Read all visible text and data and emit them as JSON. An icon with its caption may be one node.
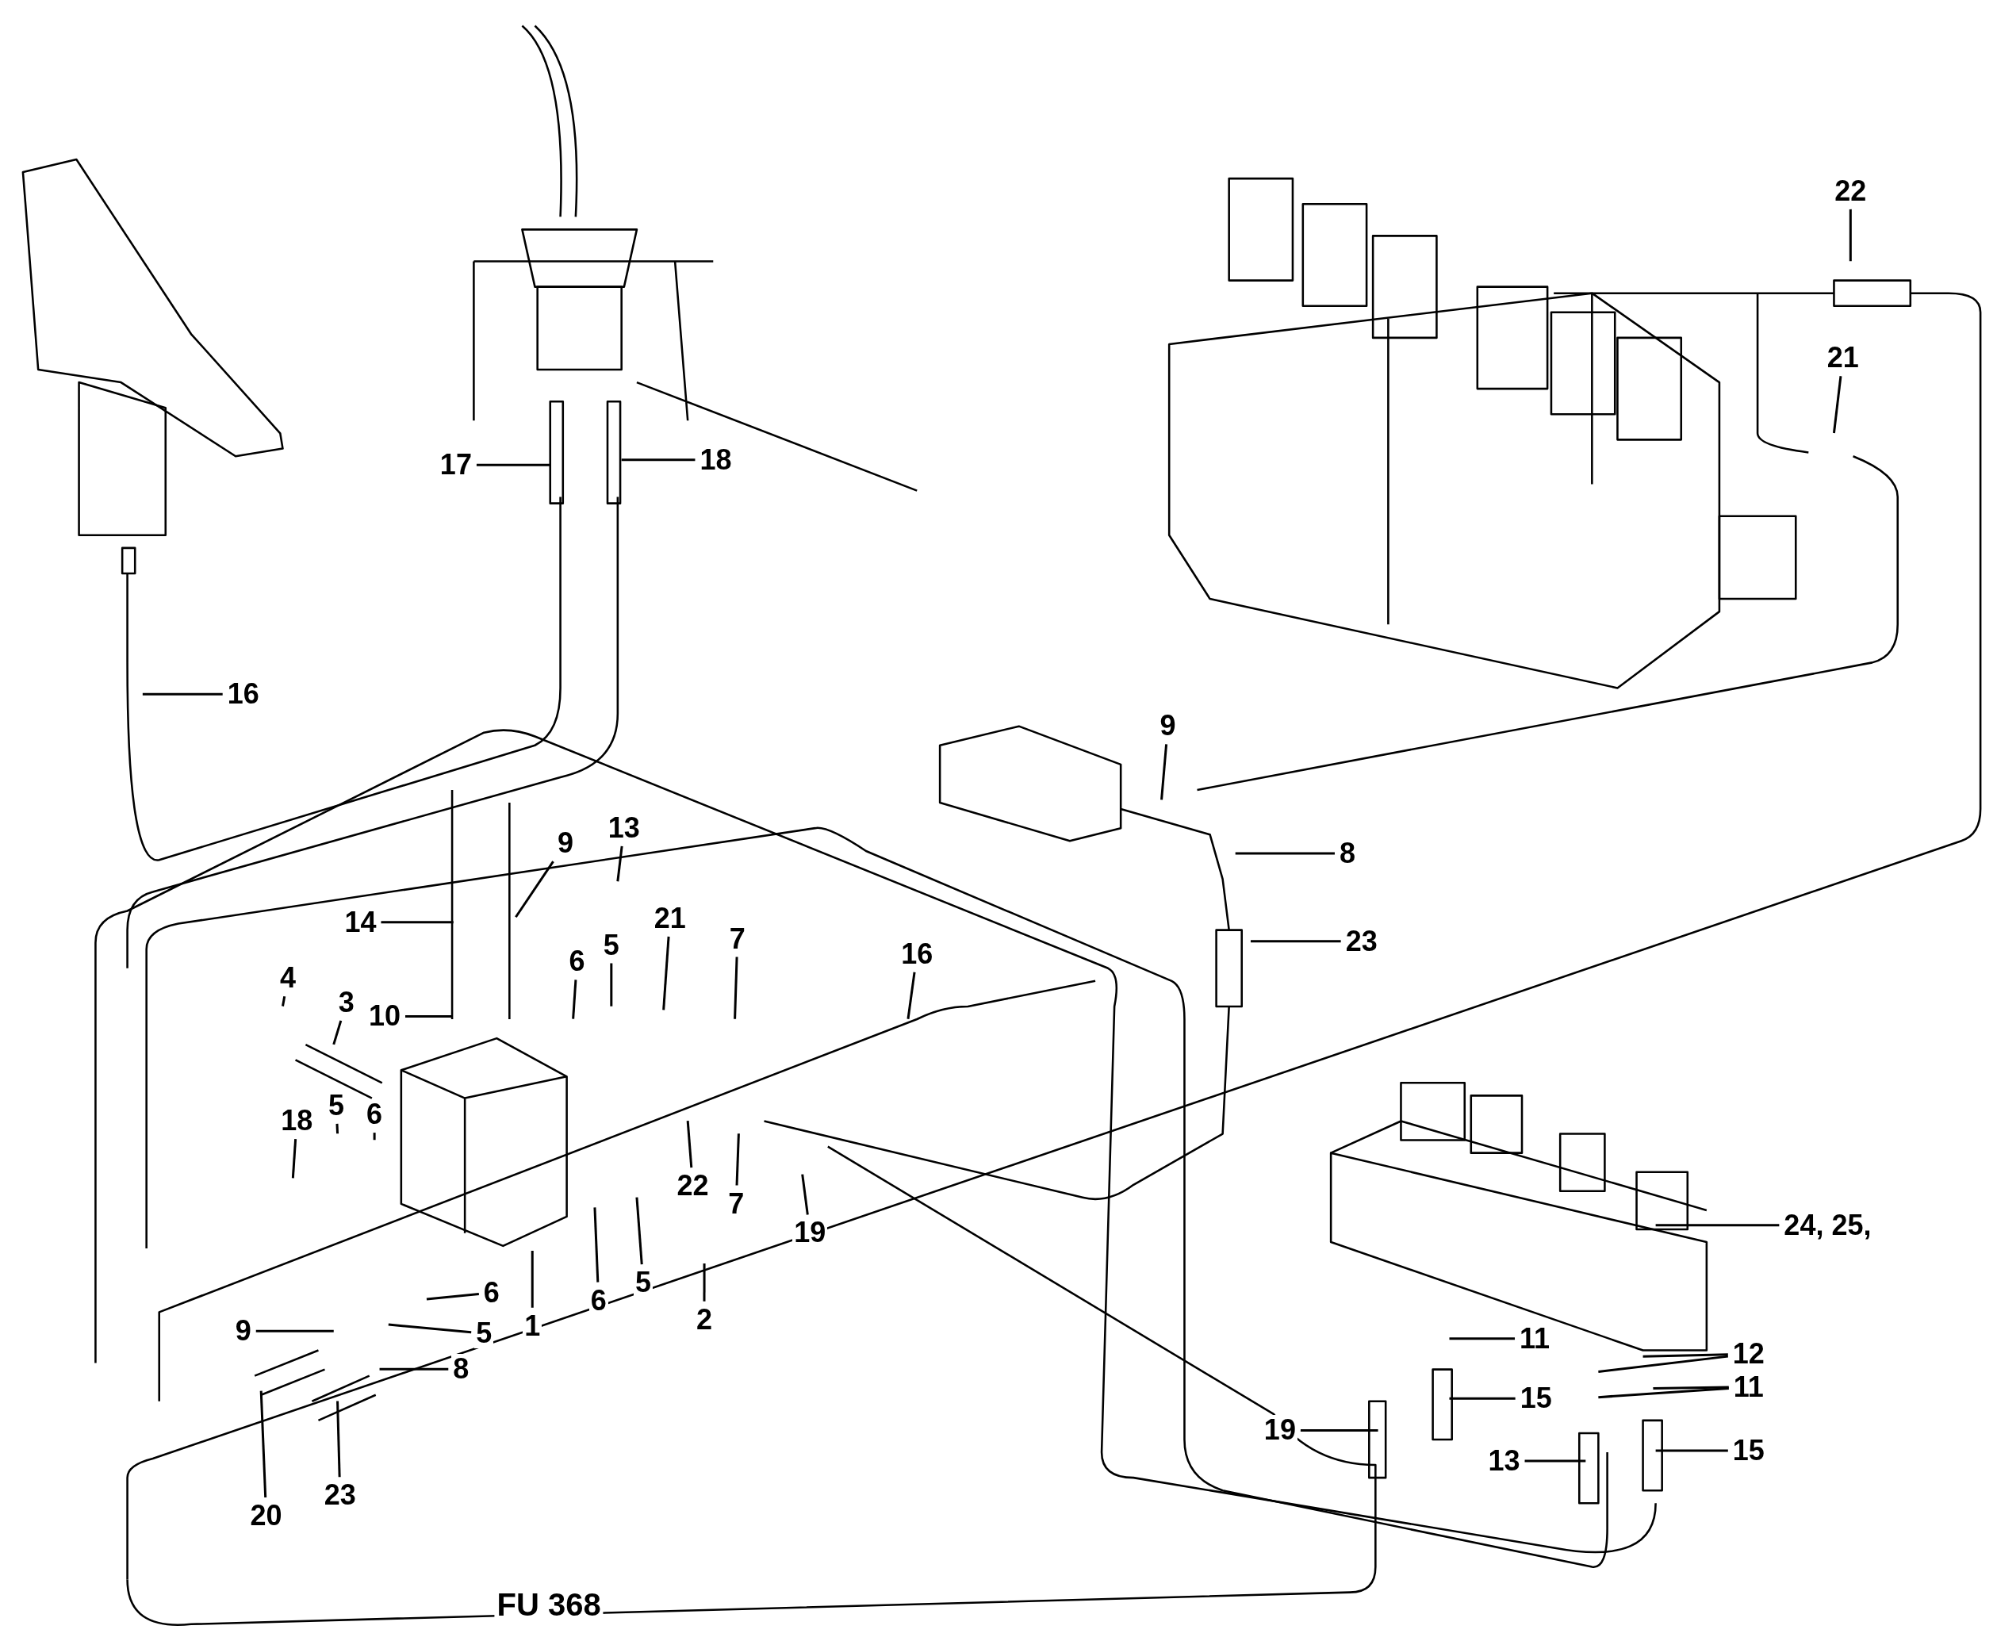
{
  "diagram": {
    "nodes": [
      {
        "text": [
          "22"
        ]
      },
      {
        "text": [
          "17"
        ]
      },
      {
        "text": [
          "18"
        ]
      },
      {
        "text": [
          "21"
        ]
      },
      {
        "text": [
          "16"
        ]
      },
      {
        "text": [
          "9"
        ]
      },
      {
        "text": [
          "13"
        ]
      },
      {
        "text": [
          "9"
        ]
      },
      {
        "text": [
          "8"
        ]
      },
      {
        "text": [
          "14"
        ]
      },
      {
        "text": [
          "21"
        ]
      },
      {
        "text": [
          "5"
        ]
      },
      {
        "text": [
          "7"
        ]
      },
      {
        "text": [
          "23"
        ]
      },
      {
        "text": [
          "16"
        ]
      },
      {
        "text": [
          "4"
        ]
      },
      {
        "text": [
          "6"
        ]
      },
      {
        "text": [
          "3"
        ]
      },
      {
        "text": [
          "10"
        ]
      },
      {
        "text": [
          "18"
        ]
      },
      {
        "text": [
          "5"
        ]
      },
      {
        "text": [
          "6"
        ]
      },
      {
        "text": [
          "22"
        ]
      },
      {
        "text": [
          "7"
        ]
      },
      {
        "text": [
          "19"
        ]
      },
      {
        "text": [
          "24, 25,"
        ]
      },
      {
        "text": [
          "6"
        ]
      },
      {
        "text": [
          "5"
        ]
      },
      {
        "text": [
          "2"
        ]
      },
      {
        "text": [
          "1"
        ]
      },
      {
        "text": [
          "6"
        ]
      },
      {
        "text": [
          "9"
        ]
      },
      {
        "text": [
          "5"
        ]
      },
      {
        "text": [
          "8"
        ]
      },
      {
        "text": [
          "11"
        ]
      },
      {
        "text": [
          "12"
        ]
      },
      {
        "text": [
          "11"
        ]
      },
      {
        "text": [
          "19"
        ]
      },
      {
        "text": [
          "15"
        ]
      },
      {
        "text": [
          "13"
        ]
      },
      {
        "text": [
          "15"
        ]
      },
      {
        "text": [
          "20"
        ]
      },
      {
        "text": [
          "23"
        ]
      }
    ],
    "edges": [
      {
        "from": 0,
        "to": null,
        "arrow": "none"
      },
      {
        "from": 1,
        "to": null,
        "arrow": "none"
      },
      {
        "from": 2,
        "to": null,
        "arrow": "none"
      },
      {
        "from": 3,
        "to": null,
        "arrow": "none"
      },
      {
        "from": 4,
        "to": null,
        "arrow": "none"
      },
      {
        "from": 5,
        "to": null,
        "arrow": "none"
      },
      {
        "from": 6,
        "to": null,
        "arrow": "none"
      },
      {
        "from": 7,
        "to": null,
        "arrow": "none"
      },
      {
        "from": 8,
        "to": null,
        "arrow": "none"
      },
      {
        "from": 9,
        "to": null,
        "arrow": "none"
      },
      {
        "from": 10,
        "to": null,
        "arrow": "none"
      },
      {
        "from": 11,
        "to": null,
        "arrow": "none"
      },
      {
        "from": 12,
        "to": null,
        "arrow": "none"
      },
      {
        "from": 13,
        "to": null,
        "arrow": "none"
      },
      {
        "from": 14,
        "to": null,
        "arrow": "none"
      },
      {
        "from": 15,
        "to": null,
        "arrow": "none"
      },
      {
        "from": 16,
        "to": null,
        "arrow": "none"
      },
      {
        "from": 17,
        "to": null,
        "arrow": "none"
      },
      {
        "from": 18,
        "to": null,
        "arrow": "none"
      },
      {
        "from": 19,
        "to": null,
        "arrow": "none"
      },
      {
        "from": 20,
        "to": null,
        "arrow": "none"
      },
      {
        "from": 21,
        "to": null,
        "arrow": "none"
      },
      {
        "from": 22,
        "to": null,
        "arrow": "none"
      },
      {
        "from": 23,
        "to": null,
        "arrow": "none"
      },
      {
        "from": 24,
        "to": null,
        "arrow": "none"
      },
      {
        "from": 25,
        "to": null,
        "arrow": "none"
      },
      {
        "from": 26,
        "to": null,
        "arrow": "none"
      },
      {
        "from": 27,
        "to": null,
        "arrow": "none"
      },
      {
        "from": 28,
        "to": null,
        "arrow": "none"
      },
      {
        "from": 29,
        "to": null,
        "arrow": "none"
      },
      {
        "from": 30,
        "to": null,
        "arrow": "none"
      },
      {
        "from": 31,
        "to": null,
        "arrow": "none"
      },
      {
        "from": 32,
        "to": null,
        "arrow": "none"
      },
      {
        "from": 33,
        "to": null,
        "arrow": "none"
      },
      {
        "from": 34,
        "to": null,
        "arrow": "none"
      },
      {
        "from": 35,
        "to": null,
        "arrow": "none"
      },
      {
        "from": 35,
        "to": null,
        "arrow": "none"
      },
      {
        "from": 36,
        "to": null,
        "arrow": "none"
      },
      {
        "from": 36,
        "to": null,
        "arrow": "none"
      },
      {
        "from": 37,
        "to": null,
        "arrow": "none"
      },
      {
        "from": 38,
        "to": null,
        "arrow": "none"
      },
      {
        "from": 39,
        "to": null,
        "arrow": "none"
      },
      {
        "from": 40,
        "to": null,
        "arrow": "none"
      },
      {
        "from": 41,
        "to": null,
        "arrow": "none"
      },
      {
        "from": 42,
        "to": null,
        "arrow": "none"
      }
    ],
    "labels": [
      "FU 368"
    ]
  }
}
